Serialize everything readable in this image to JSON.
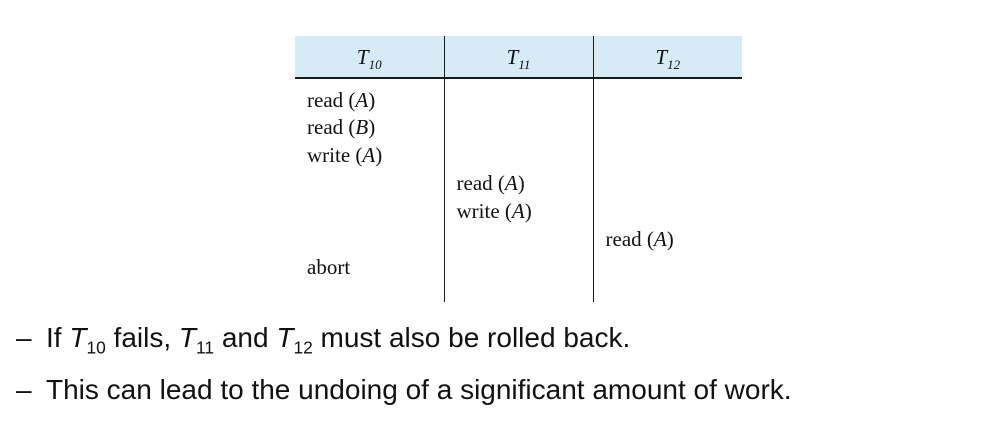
{
  "colors": {
    "header_bg": "#d6ebf5",
    "rule": "#1a1a1a"
  },
  "table": {
    "headers": [
      {
        "base": "T",
        "sub": "10"
      },
      {
        "base": "T",
        "sub": "11"
      },
      {
        "base": "T",
        "sub": "12"
      }
    ],
    "rows": [
      [
        {
          "op": "read",
          "arg": "A"
        },
        null,
        null
      ],
      [
        {
          "op": "read",
          "arg": "B"
        },
        null,
        null
      ],
      [
        {
          "op": "write",
          "arg": "A"
        },
        null,
        null
      ],
      [
        null,
        {
          "op": "read",
          "arg": "A"
        },
        null
      ],
      [
        null,
        {
          "op": "write",
          "arg": "A"
        },
        null
      ],
      [
        null,
        null,
        {
          "op": "read",
          "arg": "A"
        }
      ],
      [
        {
          "op": "abort",
          "arg": null
        },
        null,
        null
      ]
    ]
  },
  "bullets": [
    {
      "marker": "–",
      "segments": [
        {
          "t": "If ",
          "s": "n"
        },
        {
          "t": "T",
          "s": "i"
        },
        {
          "t": "10",
          "s": "sub"
        },
        {
          "t": " fails, ",
          "s": "n"
        },
        {
          "t": "T",
          "s": "i"
        },
        {
          "t": "11",
          "s": "sub"
        },
        {
          "t": " and ",
          "s": "n"
        },
        {
          "t": "T",
          "s": "i"
        },
        {
          "t": "12",
          "s": "sub"
        },
        {
          "t": " must also be rolled back.",
          "s": "n"
        }
      ]
    },
    {
      "marker": "–",
      "segments": [
        {
          "t": "This can lead to the undoing of a significant amount of work.",
          "s": "n"
        }
      ]
    }
  ]
}
